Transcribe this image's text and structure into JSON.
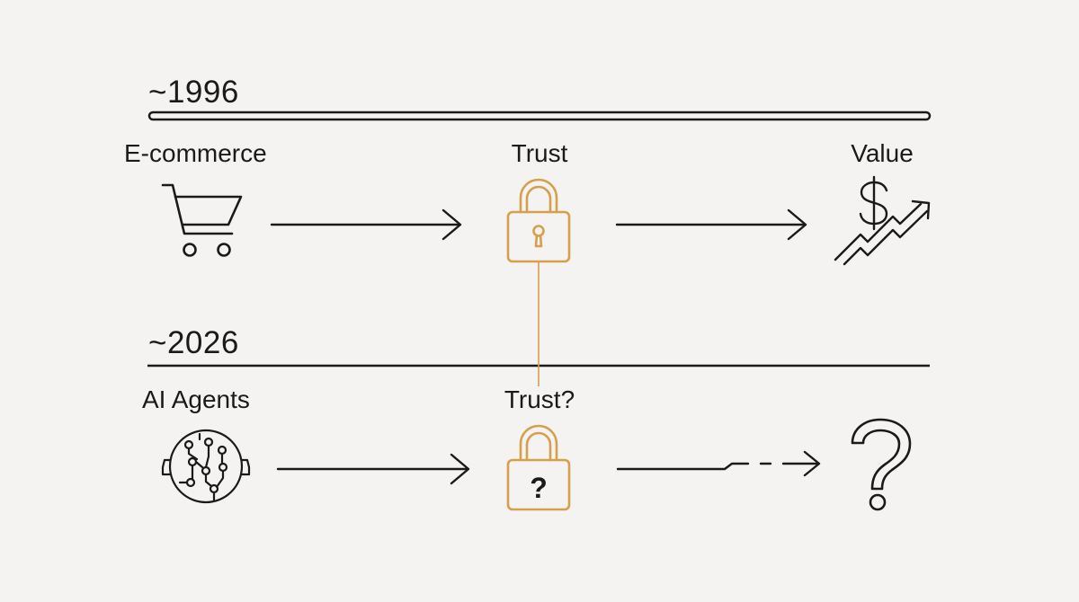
{
  "era_1996": {
    "year": "~1996",
    "nodes": {
      "source": "E-commerce",
      "middle": "Trust",
      "target": "Value"
    }
  },
  "era_2026": {
    "year": "~2026",
    "nodes": {
      "source": "AI Agents",
      "middle": "Trust?",
      "target_symbol": "?"
    }
  },
  "icons": {
    "cart": "shopping-cart-icon",
    "lock": "padlock-icon",
    "value": "dollar-growth-icon",
    "brain": "circuit-brain-icon",
    "unknown_lock": "padlock-question-icon",
    "unknown": "question-mark-icon"
  },
  "colors": {
    "background": "#f4f3f1",
    "ink": "#1a1a1a",
    "accent_gold": "#d4a04c"
  }
}
